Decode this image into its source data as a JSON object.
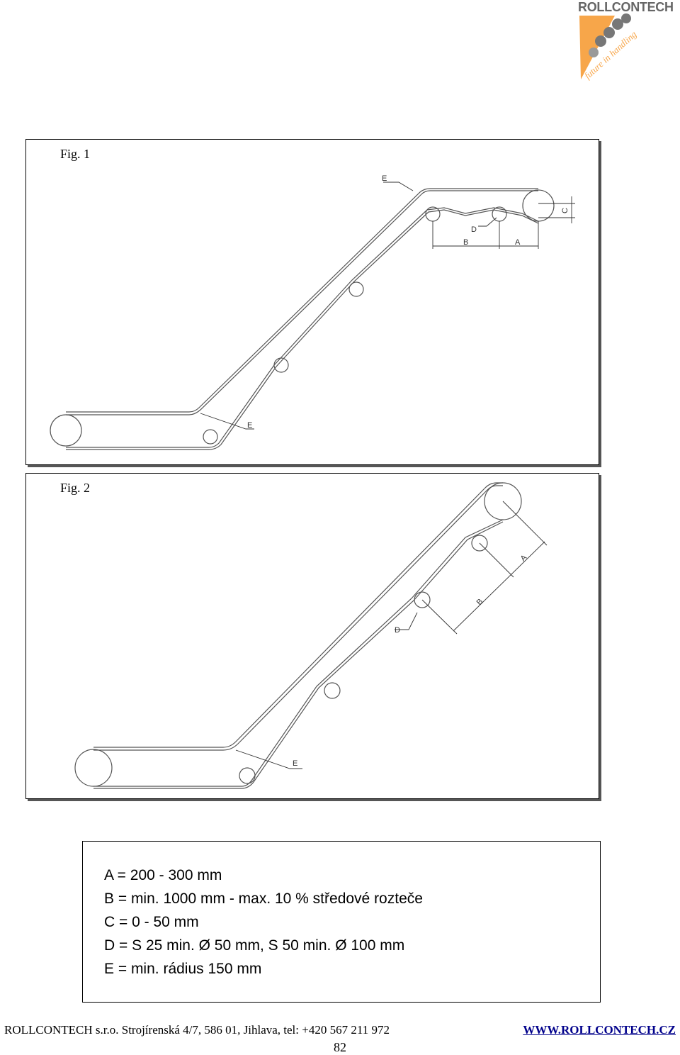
{
  "logo": {
    "name": "ROLLCONTECH",
    "tagline": "future in handling",
    "accent_color": "#f7a64a",
    "text_color": "#666666"
  },
  "figures": [
    {
      "label": "Fig. 1",
      "dims": {
        "a": "A",
        "b": "B",
        "c": "C",
        "d": "D",
        "e_top": "E",
        "e_bottom": "E"
      }
    },
    {
      "label": "Fig. 2",
      "dims": {
        "a": "A",
        "b": "B",
        "d": "D",
        "e": "E"
      }
    }
  ],
  "legend": {
    "lines": [
      "A  =  200 - 300 mm",
      "B  =  min. 1000 mm - max. 10 % středové rozteče",
      "C  =  0 - 50 mm",
      "D  =  S 25 min. Ø 50 mm, S 50 min. Ø 100 mm",
      "E  =  min. rádius 150 mm"
    ]
  },
  "footer": {
    "address": "ROLLCONTECH s.r.o. Strojírenská 4/7, 586 01, Jihlava, tel: +420 567 211 972",
    "website": "WWW.ROLLCONTECH.CZ",
    "page_number": "82"
  }
}
